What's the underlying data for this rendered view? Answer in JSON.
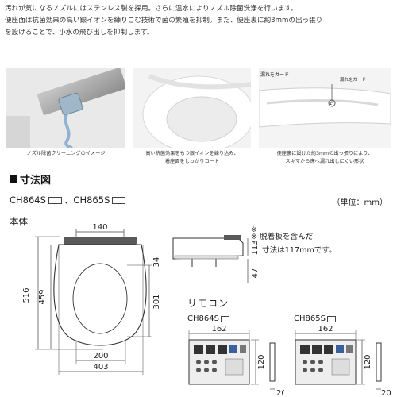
{
  "intro": {
    "line1": "汚れが気になるノズルにはステンレス製を採用。さらに温水によりノズル除菌洗浄を行います。",
    "line2": "便座面は抗菌効果の高い銀イオンを練りこむ技術で菌の繁殖を抑制。また、便座裏に約3mmの出っ張り",
    "line3": "を設けることで、小水の飛び出しを抑制します。"
  },
  "photos": [
    {
      "caption": "ノズル除菌クリーニングのイメージ"
    },
    {
      "caption1": "高い抗菌効果をもつ銀イオンを練り込み、",
      "caption2": "着座面をしっかりコート"
    },
    {
      "label_main": "漏れをガード",
      "label_sub": "漏れをガード",
      "marker": "1",
      "caption1": "便座裏に設けた約3mmの出っ張りにより、",
      "caption2": "スキマから床へ漏れ出しにくい形状"
    }
  ],
  "section": {
    "title": "寸法図",
    "models_text": "CH864S",
    "models_sep": "、CH865S",
    "unit": "（単位：mm）",
    "body_label": "本体"
  },
  "note": {
    "mark": "※",
    "line1": "※ 脱着板を含んだ",
    "line2": "寸法は117mmです。"
  },
  "dims_front": {
    "top_width": "140",
    "total_height": "516",
    "seat_height": "459",
    "inner_height": "301",
    "inner_width": "200",
    "outer_width": "403"
  },
  "dims_side": {
    "height_113": "113",
    "height_34": "34",
    "height_47": "47",
    "mark": "※"
  },
  "remocon": {
    "title": "リモコン",
    "model_a": "CH864S",
    "model_b": "CH865S",
    "width": "162",
    "height": "120",
    "depth": "20"
  },
  "colors": {
    "text": "#222222",
    "panel": "#eeeeee",
    "accent_blue": "#3a5f9a"
  }
}
